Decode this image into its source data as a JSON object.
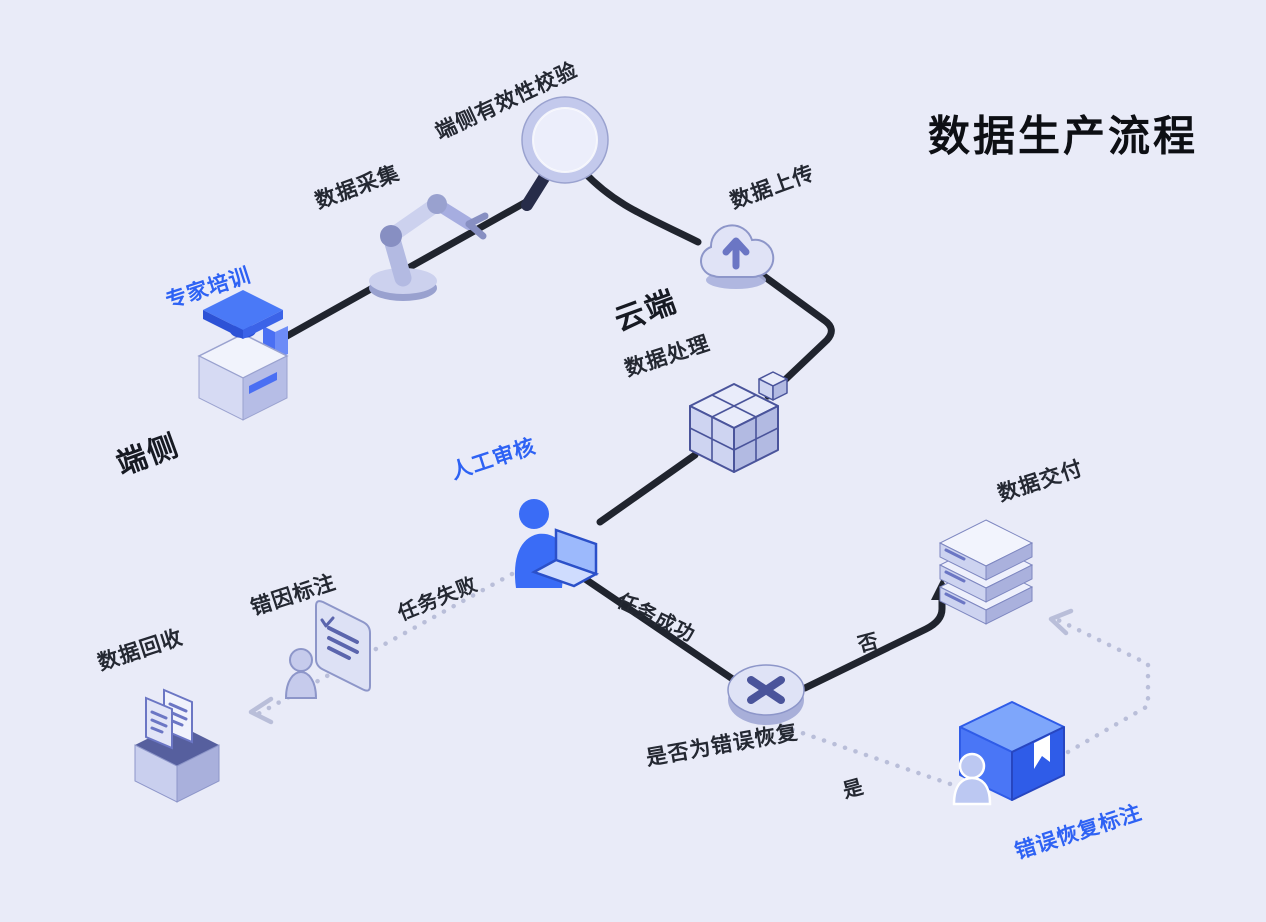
{
  "title": "数据生产流程",
  "zones": {
    "device": "端侧",
    "cloud": "云端"
  },
  "nodes": {
    "expert_training": {
      "label": "专家培训",
      "icon": "graduation-cap-icon",
      "emphasis": "blue"
    },
    "data_collection": {
      "label": "数据采集",
      "icon": "robot-arm-icon"
    },
    "device_validation": {
      "label": "端侧有效性校验",
      "icon": "magnifier-icon"
    },
    "data_upload": {
      "label": "数据上传",
      "icon": "cloud-upload-icon"
    },
    "data_processing": {
      "label": "数据处理",
      "icon": "cube-stack-icon"
    },
    "manual_review": {
      "label": "人工审核",
      "icon": "person-laptop-icon",
      "emphasis": "blue"
    },
    "error_cause_annotation": {
      "label": "错因标注",
      "icon": "person-document-icon"
    },
    "data_recycle": {
      "label": "数据回收",
      "icon": "box-documents-icon"
    },
    "decision": {
      "label": "是否为错误恢复",
      "icon": "decision-x-icon"
    },
    "data_delivery": {
      "label": "数据交付",
      "icon": "server-stack-icon"
    },
    "error_recovery_annotation": {
      "label": "错误恢复标注",
      "icon": "book-person-icon",
      "emphasis": "blue"
    }
  },
  "edges": {
    "task_failed": {
      "label": "任务失败",
      "style": "dotted"
    },
    "task_success": {
      "label": "任务成功",
      "style": "solid"
    },
    "no": {
      "label": "否",
      "style": "solid"
    },
    "yes": {
      "label": "是",
      "style": "dotted"
    }
  },
  "colors": {
    "background": "#e9ebf8",
    "flow_line": "#20242e",
    "dotted_line": "#b9bed9",
    "accent_blue": "#2e62f4",
    "icon_lavender": "#d9ddf3",
    "icon_indigo": "#4a549b",
    "title_text": "#0d0f14"
  }
}
